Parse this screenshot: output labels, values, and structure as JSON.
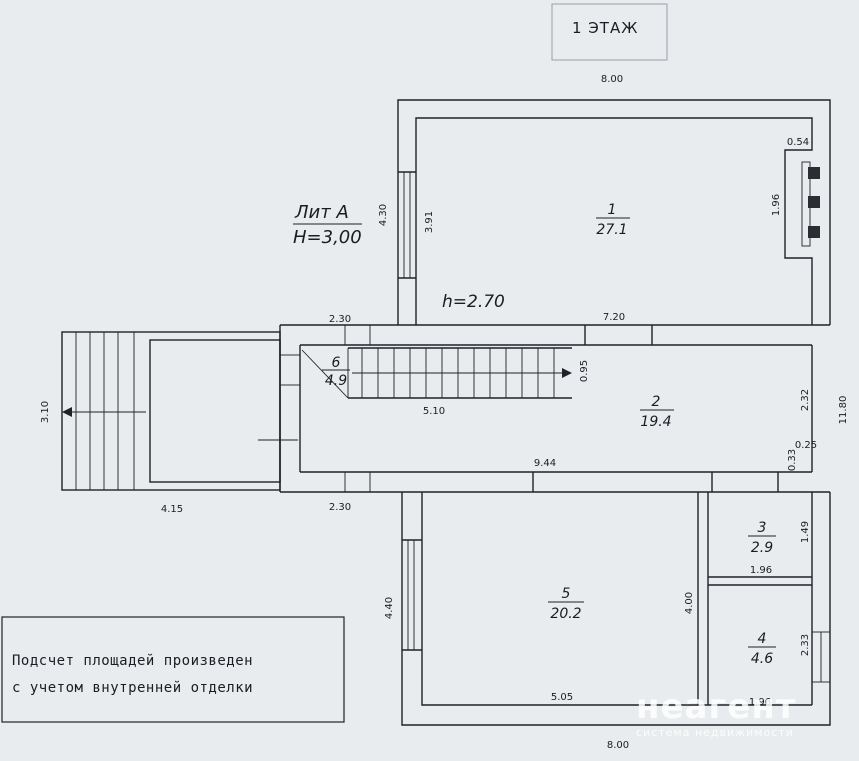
{
  "floor_title": "1 ЭТАЖ",
  "building": {
    "lit": "Лит А",
    "height": "H=3,00"
  },
  "ceiling_height": "h=2.70",
  "rooms": [
    {
      "num": "1",
      "area": "27.1"
    },
    {
      "num": "2",
      "area": "19.4"
    },
    {
      "num": "3",
      "area": "2.9"
    },
    {
      "num": "4",
      "area": "4.6"
    },
    {
      "num": "5",
      "area": "20.2"
    },
    {
      "num": "6",
      "area": "4.9"
    }
  ],
  "dimensions": {
    "top_width": "8.00",
    "bottom_width": "8.00",
    "fireplace_depth": "0.54",
    "fireplace_length": "1.96",
    "room1_outer_height": "4.30",
    "room1_inner_height": "3.91",
    "corridor_top_left": "2.30",
    "room1_bottom": "7.20",
    "stair_gap": "0.95",
    "stair_length": "5.10",
    "porch_height": "3.10",
    "right_total": "11.80",
    "room2_right": "2.32",
    "right_025": "0.25",
    "right_033": "0.33",
    "corridor_length": "9.44",
    "porch_width": "4.15",
    "corridor_bottom_left": "2.30",
    "room5_left": "4.40",
    "room5_right": "4.00",
    "room5_bottom": "5.05",
    "room3_height": "1.49",
    "room3_width": "1.96",
    "room4_height": "2.33",
    "room4_width": "1.96"
  },
  "note": [
    "Подсчет площадей произведен",
    "с учетом внутренней отделки"
  ],
  "watermark": {
    "brand": "неагент",
    "tagline": "система недвижимости"
  }
}
